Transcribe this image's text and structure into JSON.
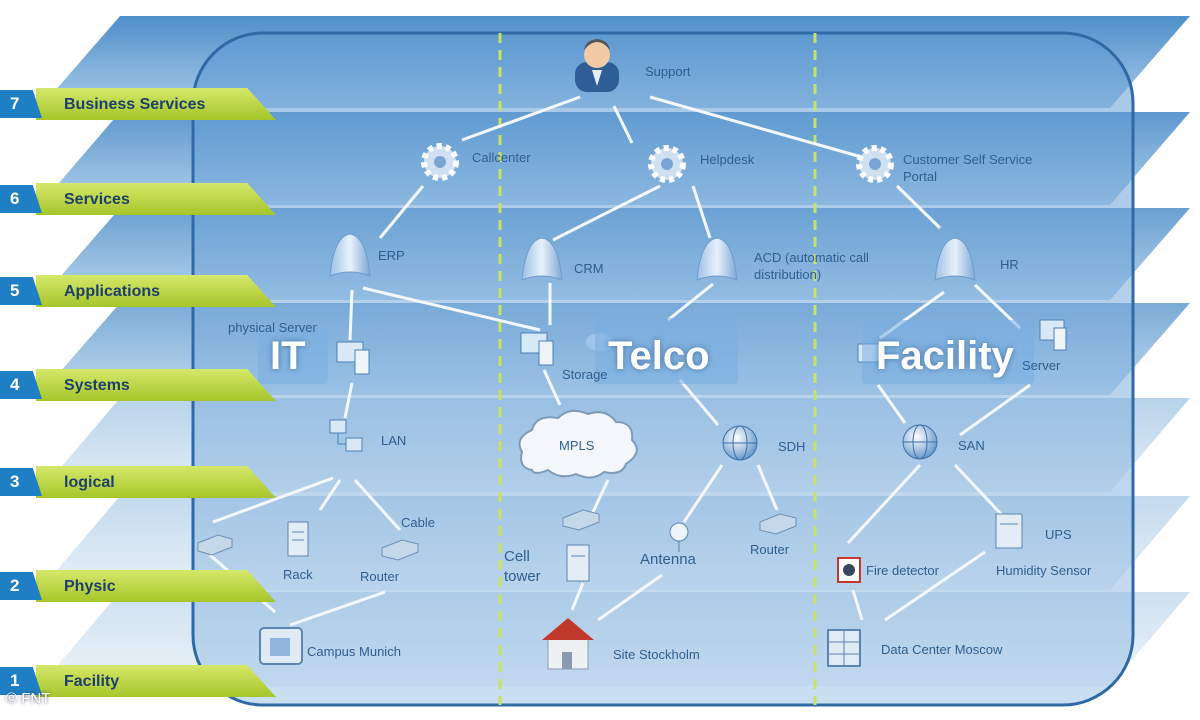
{
  "layers": [
    {
      "num": "7",
      "name": "Business Services"
    },
    {
      "num": "6",
      "name": "Services"
    },
    {
      "num": "5",
      "name": "Applications"
    },
    {
      "num": "4",
      "name": "Systems"
    },
    {
      "num": "3",
      "name": "logical"
    },
    {
      "num": "2",
      "name": "Physic"
    },
    {
      "num": "1",
      "name": "Facility"
    }
  ],
  "columns": {
    "it": "IT",
    "telco": "Telco",
    "facility": "Facility"
  },
  "nodes": {
    "support": "Support",
    "callcenter": "Callcenter",
    "helpdesk": "Helpdesk",
    "css_portal_1": "Customer Self Service",
    "css_portal_2": "Portal",
    "erp": "ERP",
    "crm": "CRM",
    "acd_1": "ACD (automatic call",
    "acd_2": "distribution)",
    "hr": "HR",
    "physical_server": "physical Server",
    "storage": "Storage",
    "server": "Server",
    "lan": "LAN",
    "mpls": "MPLS",
    "sdh": "SDH",
    "san": "SAN",
    "cable": "Cable",
    "rack": "Rack",
    "router_it": "Router",
    "cell_1": "Cell",
    "cell_2": "tower",
    "antenna": "Antenna",
    "router_telco": "Router",
    "fire_detector": "Fire detector",
    "ups": "UPS",
    "humidity_sensor": "Humidity Sensor",
    "campus_munich": "Campus Munich",
    "site_stockholm": "Site Stockholm",
    "datacenter_moscow": "Data Center Moscow"
  },
  "copyright": "© FNT"
}
